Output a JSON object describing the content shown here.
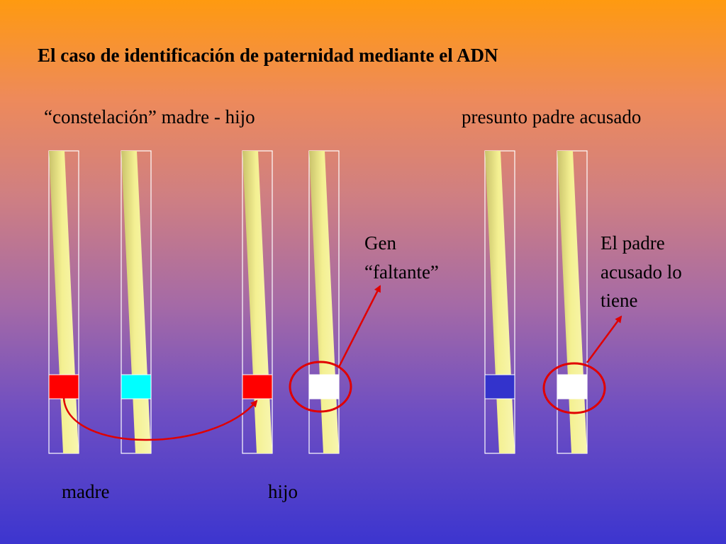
{
  "title": "El caso de identificación de paternidad mediante el ADN",
  "groups": {
    "left": "“constelación” madre - hijo",
    "right": "presunto padre acusado"
  },
  "notes": {
    "missing_gene": [
      "Gen",
      "“faltante”"
    ],
    "father_has": [
      "El padre",
      "acusado lo",
      "tiene"
    ]
  },
  "labels": {
    "mother": "madre",
    "child": "hijo"
  },
  "chromosomes": [
    {
      "name": "chromosome-mother-1",
      "band_color": "#ff0000"
    },
    {
      "name": "chromosome-mother-2",
      "band_color": "#00ffff"
    },
    {
      "name": "chromosome-child-1",
      "band_color": "#ff0000"
    },
    {
      "name": "chromosome-child-2",
      "band_color": "#ffffff"
    },
    {
      "name": "chromosome-father-1",
      "band_color": "#3333cc"
    },
    {
      "name": "chromosome-father-2",
      "band_color": "#ffffff"
    }
  ],
  "colors": {
    "arrow": "#e00000",
    "circle": "#e00000",
    "chromosome": "#eeee88"
  }
}
